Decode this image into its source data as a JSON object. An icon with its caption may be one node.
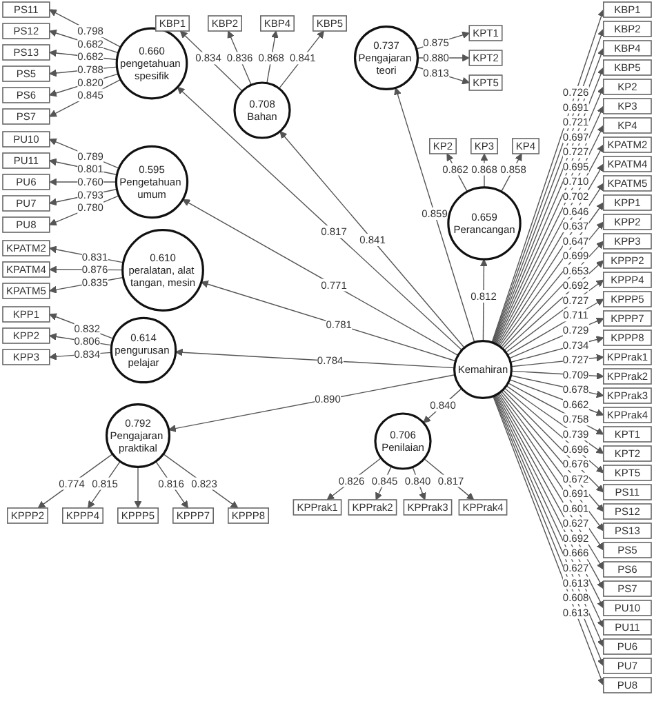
{
  "diagram": {
    "nodes": [
      {
        "text": [
          "0.660",
          "pengetahuan spesifik"
        ]
      },
      {
        "text": [
          "PS11"
        ]
      },
      {
        "text": [
          "PS12"
        ]
      },
      {
        "text": [
          "PS13"
        ]
      },
      {
        "text": [
          "PS5"
        ]
      },
      {
        "text": [
          "PS6"
        ]
      },
      {
        "text": [
          "PS7"
        ]
      },
      {
        "text": [
          "0.595",
          "Pengetahuan umum"
        ]
      },
      {
        "text": [
          "PU10"
        ]
      },
      {
        "text": [
          "PU11"
        ]
      },
      {
        "text": [
          "PU6"
        ]
      },
      {
        "text": [
          "PU7"
        ]
      },
      {
        "text": [
          "PU8"
        ]
      },
      {
        "text": [
          "0.610",
          "peralatan, alat tangan, mesin"
        ]
      },
      {
        "text": [
          "KPATM2"
        ]
      },
      {
        "text": [
          "KPATM4"
        ]
      },
      {
        "text": [
          "KPATM5"
        ]
      },
      {
        "text": [
          "0.614",
          "pengurusan pelajar"
        ]
      },
      {
        "text": [
          "KPP1"
        ]
      },
      {
        "text": [
          "KPP2"
        ]
      },
      {
        "text": [
          "KPP3"
        ]
      },
      {
        "text": [
          "0.792",
          "Pengajaran praktikal"
        ]
      },
      {
        "text": [
          "KPPP2"
        ]
      },
      {
        "text": [
          "KPPP4"
        ]
      },
      {
        "text": [
          "KPPP5"
        ]
      },
      {
        "text": [
          "KPPP7"
        ]
      },
      {
        "text": [
          "KPPP8"
        ]
      },
      {
        "text": [
          "0.708",
          "Bahan"
        ]
      },
      {
        "text": [
          "KBP1"
        ]
      },
      {
        "text": [
          "KBP2"
        ]
      },
      {
        "text": [
          "KBP4"
        ]
      },
      {
        "text": [
          "KBP5"
        ]
      },
      {
        "text": [
          "0.737",
          "Pengajaran teori"
        ]
      },
      {
        "text": [
          "KPT1"
        ]
      },
      {
        "text": [
          "KPT2"
        ]
      },
      {
        "text": [
          "KPT5"
        ]
      },
      {
        "text": [
          "0.659",
          "Perancangan"
        ]
      },
      {
        "text": [
          "KP2"
        ]
      },
      {
        "text": [
          "KP3"
        ]
      },
      {
        "text": [
          "KP4"
        ]
      },
      {
        "text": [
          "0.706",
          "Penilaian"
        ]
      },
      {
        "text": [
          "KPPrak1"
        ]
      },
      {
        "text": [
          "KPPrak2"
        ]
      },
      {
        "text": [
          "KPPrak3"
        ]
      },
      {
        "text": [
          "KPPrak4"
        ]
      },
      {
        "text": [
          "Kemahiran"
        ]
      },
      {
        "text": [
          "KBP1"
        ]
      },
      {
        "text": [
          "KBP2"
        ]
      },
      {
        "text": [
          "KBP4"
        ]
      },
      {
        "text": [
          "KBP5"
        ]
      },
      {
        "text": [
          "KP2"
        ]
      },
      {
        "text": [
          "KP3"
        ]
      },
      {
        "text": [
          "KP4"
        ]
      },
      {
        "text": [
          "KPATM2"
        ]
      },
      {
        "text": [
          "KPATM4"
        ]
      },
      {
        "text": [
          "KPATM5"
        ]
      },
      {
        "text": [
          "KPP1"
        ]
      },
      {
        "text": [
          "KPP2"
        ]
      },
      {
        "text": [
          "KPP3"
        ]
      },
      {
        "text": [
          "KPPP2"
        ]
      },
      {
        "text": [
          "KPPP4"
        ]
      },
      {
        "text": [
          "KPPP5"
        ]
      },
      {
        "text": [
          "KPPP7"
        ]
      },
      {
        "text": [
          "KPPP8"
        ]
      },
      {
        "text": [
          "KPPrak1"
        ]
      },
      {
        "text": [
          "KPPrak2"
        ]
      },
      {
        "text": [
          "KPPrak3"
        ]
      },
      {
        "text": [
          "KPPrak4"
        ]
      },
      {
        "text": [
          "KPT1"
        ]
      },
      {
        "text": [
          "KPT2"
        ]
      },
      {
        "text": [
          "KPT5"
        ]
      },
      {
        "text": [
          "PS11"
        ]
      },
      {
        "text": [
          "PS12"
        ]
      },
      {
        "text": [
          "PS13"
        ]
      },
      {
        "text": [
          "PS5"
        ]
      },
      {
        "text": [
          "PS6"
        ]
      },
      {
        "text": [
          "PS7"
        ]
      },
      {
        "text": [
          "PU10"
        ]
      },
      {
        "text": [
          "PU11"
        ]
      },
      {
        "text": [
          "PU6"
        ]
      },
      {
        "text": [
          "PU7"
        ]
      },
      {
        "text": [
          "PU8"
        ]
      }
    ],
    "edges": [
      {
        "from": 0,
        "to": 1,
        "arrow": "to",
        "label": "0.798"
      },
      {
        "from": 0,
        "to": 2,
        "arrow": "to",
        "label": "0.682"
      },
      {
        "from": 0,
        "to": 3,
        "arrow": "to",
        "label": "0.682"
      },
      {
        "from": 0,
        "to": 4,
        "arrow": "to",
        "label": "0.788"
      },
      {
        "from": 0,
        "to": 5,
        "arrow": "to",
        "label": "0.820"
      },
      {
        "from": 0,
        "to": 6,
        "arrow": "to",
        "label": "0.845"
      },
      {
        "from": 7,
        "to": 8,
        "arrow": "to",
        "label": "0.789"
      },
      {
        "from": 7,
        "to": 9,
        "arrow": "to",
        "label": "0.801"
      },
      {
        "from": 7,
        "to": 10,
        "arrow": "to",
        "label": "0.760"
      },
      {
        "from": 7,
        "to": 11,
        "arrow": "to",
        "label": "0.793"
      },
      {
        "from": 7,
        "to": 12,
        "arrow": "to",
        "label": "0.780"
      },
      {
        "from": 13,
        "to": 14,
        "arrow": "to",
        "label": "0.831"
      },
      {
        "from": 13,
        "to": 15,
        "arrow": "to",
        "label": "0.876"
      },
      {
        "from": 13,
        "to": 16,
        "arrow": "to",
        "label": "0.835"
      },
      {
        "from": 17,
        "to": 18,
        "arrow": "to",
        "label": "0.832"
      },
      {
        "from": 17,
        "to": 19,
        "arrow": "to",
        "label": "0.806"
      },
      {
        "from": 17,
        "to": 20,
        "arrow": "to",
        "label": "0.834"
      },
      {
        "from": 21,
        "to": 22,
        "arrow": "to",
        "label": "0.774"
      },
      {
        "from": 21,
        "to": 23,
        "arrow": "to",
        "label": "0.815"
      },
      {
        "from": 21,
        "to": 24,
        "arrow": "to"
      },
      {
        "from": 21,
        "to": 25,
        "arrow": "to",
        "label": "0.816"
      },
      {
        "from": 21,
        "to": 26,
        "arrow": "to",
        "label": "0.823"
      },
      {
        "from": 27,
        "to": 28,
        "arrow": "to",
        "label": "0.834"
      },
      {
        "from": 27,
        "to": 29,
        "arrow": "to",
        "label": "0.836"
      },
      {
        "from": 27,
        "to": 30,
        "arrow": "to",
        "label": "0.868"
      },
      {
        "from": 27,
        "to": 31,
        "arrow": "to",
        "label": "0.841"
      },
      {
        "from": 32,
        "to": 33,
        "arrow": "to",
        "label": "0.875"
      },
      {
        "from": 32,
        "to": 34,
        "arrow": "to",
        "label": "0.880"
      },
      {
        "from": 32,
        "to": 35,
        "arrow": "to",
        "label": "0.813"
      },
      {
        "from": 36,
        "to": 37,
        "arrow": "to",
        "label": "0.862"
      },
      {
        "from": 36,
        "to": 38,
        "arrow": "to",
        "label": "0.868"
      },
      {
        "from": 36,
        "to": 39,
        "arrow": "to",
        "label": "0.858"
      },
      {
        "from": 40,
        "to": 41,
        "arrow": "to",
        "label": "0.826"
      },
      {
        "from": 40,
        "to": 42,
        "arrow": "to",
        "label": "0.845"
      },
      {
        "from": 40,
        "to": 43,
        "arrow": "to",
        "label": "0.840"
      },
      {
        "from": 40,
        "to": 44,
        "arrow": "to",
        "label": "0.817"
      },
      {
        "from": 45,
        "to": 0,
        "arrow": "to",
        "label": "0.817"
      },
      {
        "from": 45,
        "to": 7,
        "arrow": "to",
        "label": "0.771"
      },
      {
        "from": 45,
        "to": 13,
        "arrow": "to",
        "label": "0.781"
      },
      {
        "from": 45,
        "to": 17,
        "arrow": "to",
        "label": "0.784"
      },
      {
        "from": 45,
        "to": 21,
        "arrow": "to",
        "label": "0.890"
      },
      {
        "from": 45,
        "to": 27,
        "arrow": "to",
        "label": "0.841"
      },
      {
        "from": 45,
        "to": 32,
        "arrow": "to",
        "label": "0.859"
      },
      {
        "from": 45,
        "to": 36,
        "arrow": "to",
        "label": "0.812"
      },
      {
        "from": 45,
        "to": 40,
        "arrow": "to",
        "label": "0.840"
      },
      {
        "from": 45,
        "to": 46,
        "arrow": "to",
        "label": "0.726"
      },
      {
        "from": 45,
        "to": 47,
        "arrow": "to",
        "label": "0.691"
      },
      {
        "from": 45,
        "to": 48,
        "arrow": "to",
        "label": "0.721"
      },
      {
        "from": 45,
        "to": 49,
        "arrow": "to",
        "label": "0.697"
      },
      {
        "from": 45,
        "to": 50,
        "arrow": "to",
        "label": "0.727"
      },
      {
        "from": 45,
        "to": 51,
        "arrow": "to",
        "label": "0.695"
      },
      {
        "from": 45,
        "to": 52,
        "arrow": "to",
        "label": "0.710"
      },
      {
        "from": 45,
        "to": 53,
        "arrow": "to",
        "label": "0.702"
      },
      {
        "from": 45,
        "to": 54,
        "arrow": "to",
        "label": "0.646"
      },
      {
        "from": 45,
        "to": 55,
        "arrow": "to",
        "label": "0.637"
      },
      {
        "from": 45,
        "to": 56,
        "arrow": "to",
        "label": "0.647"
      },
      {
        "from": 45,
        "to": 57,
        "arrow": "to",
        "label": "0.699"
      },
      {
        "from": 45,
        "to": 58,
        "arrow": "to",
        "label": "0.653"
      },
      {
        "from": 45,
        "to": 59,
        "arrow": "to",
        "label": "0.692"
      },
      {
        "from": 45,
        "to": 60,
        "arrow": "to",
        "label": "0.727"
      },
      {
        "from": 45,
        "to": 61,
        "arrow": "to",
        "label": "0.711"
      },
      {
        "from": 45,
        "to": 62,
        "arrow": "to",
        "label": "0.729"
      },
      {
        "from": 45,
        "to": 63,
        "arrow": "to",
        "label": "0.734"
      },
      {
        "from": 45,
        "to": 64,
        "arrow": "to",
        "label": "0.727"
      },
      {
        "from": 45,
        "to": 65,
        "arrow": "to",
        "label": "0.709"
      },
      {
        "from": 45,
        "to": 66,
        "arrow": "to",
        "label": "0.678"
      },
      {
        "from": 45,
        "to": 67,
        "arrow": "to",
        "label": "0.662"
      },
      {
        "from": 45,
        "to": 68,
        "arrow": "to",
        "label": "0.758"
      },
      {
        "from": 45,
        "to": 69,
        "arrow": "to",
        "label": "0.739"
      },
      {
        "from": 45,
        "to": 70,
        "arrow": "to",
        "label": "0.696"
      },
      {
        "from": 45,
        "to": 71,
        "arrow": "to",
        "label": "0.676"
      },
      {
        "from": 45,
        "to": 72,
        "arrow": "to",
        "label": "0.672"
      },
      {
        "from": 45,
        "to": 73,
        "arrow": "to",
        "label": "0.691"
      },
      {
        "from": 45,
        "to": 74,
        "arrow": "to",
        "label": "0.601"
      },
      {
        "from": 45,
        "to": 75,
        "arrow": "to",
        "label": "0.627"
      },
      {
        "from": 45,
        "to": 76,
        "arrow": "to",
        "label": "0.692"
      },
      {
        "from": 45,
        "to": 77,
        "arrow": "to",
        "label": "0.666"
      },
      {
        "from": 45,
        "to": 78,
        "arrow": "to",
        "label": "0.627"
      },
      {
        "from": 45,
        "to": 79,
        "arrow": "to",
        "label": "0.613"
      },
      {
        "from": 45,
        "to": 80,
        "arrow": "to",
        "label": "0.608"
      },
      {
        "from": 45,
        "to": 81,
        "arrow": "to",
        "label": "0.613"
      }
    ]
  }
}
